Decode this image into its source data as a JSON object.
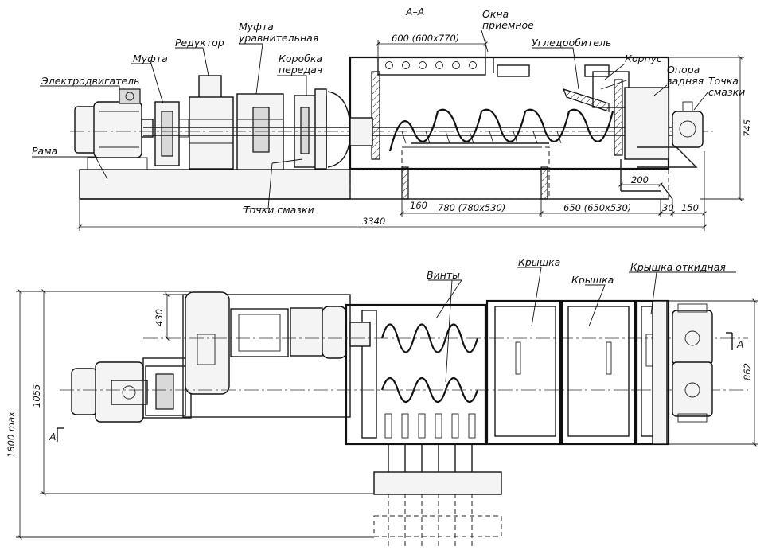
{
  "section_mark": "А–А",
  "labels": {
    "elektrodvigatel": "Электродвигатель",
    "mufta": "Муфта",
    "reduktor": "Редуктор",
    "mufta_ur_1": "Муфта",
    "mufta_ur_2": "уравнительная",
    "korobka_1": "Коробка",
    "korobka_2": "передач",
    "okna_1": "Окна",
    "okna_2": "приемное",
    "ugledrobitel": "Угледробитель",
    "korpus": "Корпус",
    "opora_1": "Опора",
    "opora_2": "задняя",
    "tochka_1": "Точка",
    "tochka_2": "смазки",
    "rama": "Рама",
    "tochki_smazki": "Точки смазки",
    "vinty": "Винты",
    "kryshka_1": "Крышка",
    "kryshka_2": "Крышка",
    "kryshka_otkidnaya": "Крышка откидная",
    "section_a_1": "А",
    "section_a_2": "А"
  },
  "dimensions": {
    "d600": "600 (600x770)",
    "d745": "745",
    "d200": "200",
    "d160": "160",
    "d780": "780 (780x530)",
    "d650": "650 (650x530)",
    "d30": "30",
    "d150": "150",
    "d3340": "3340",
    "d430": "430",
    "d1055": "1055",
    "d1800": "1800 max",
    "d862": "862"
  }
}
